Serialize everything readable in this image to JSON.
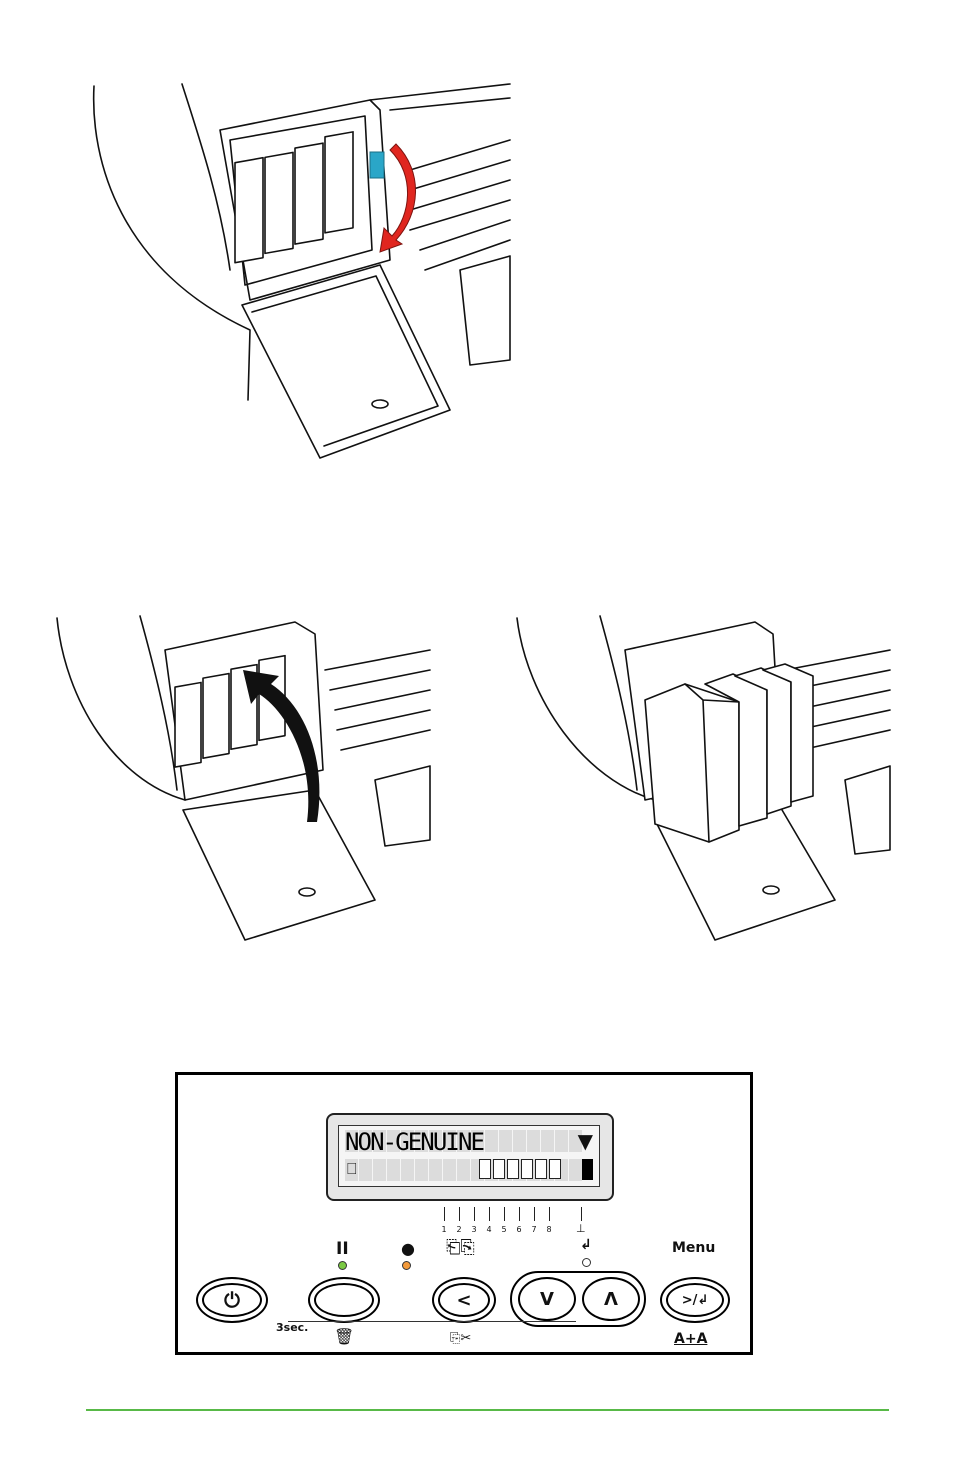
{
  "lcd": {
    "line1": "NON-GENUINE",
    "scroll_icon": "down-triangle-icon",
    "cartridge_icon": "cartridge-icon",
    "gauge_count": 6
  },
  "ink_slot_ticks": [
    "1",
    "2",
    "3",
    "4",
    "5",
    "6",
    "7",
    "8"
  ],
  "buttons": {
    "power": {
      "icon": "power-icon"
    },
    "pause": {
      "icon": "pause-icon",
      "sub_label": "3sec.",
      "sub_icon": "trash-icon",
      "led_color": "#7ac943"
    },
    "ink": {
      "icon": "ink-drop-icon",
      "led_color": "#f39a3b"
    },
    "left": {
      "glyph": "<",
      "icon": "paper-source-icon",
      "sub_icon": "cut-icon"
    },
    "down": {
      "glyph": "V"
    },
    "up": {
      "glyph": "Λ"
    },
    "menu": {
      "label": "Menu",
      "glyph": ">/↲",
      "sub_label": "A+A"
    }
  },
  "colors": {
    "latch": "#2aa6c8",
    "arrow_red": "#e0261f",
    "rule": "#58b947"
  }
}
